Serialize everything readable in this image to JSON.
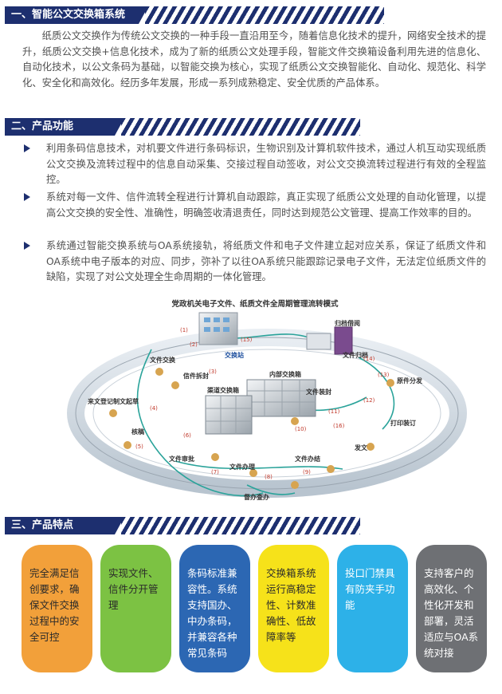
{
  "section1": {
    "title": "一、智能公文交换箱系统",
    "paragraph": "纸质公文交换作为传统公文交换的一种手段一直沿用至今，随着信息化技术的提升，网络安全技术的提升，纸质公文交换+信息化技术，成为了新的纸质公文处理手段，智能文件交换箱设备利用先进的信息化、自动化技术，以公文条码为基础，以智能交换为核心，实现了纸质公文交换智能化、自动化、规范化、科学化、安全化和高效化。经历多年发展，形成一系列成熟稳定、安全优质的产品体系。"
  },
  "section2": {
    "title": "二、产品功能",
    "bullets": [
      "利用条码信息技术，对机要文件进行条码标识，生物识别及计算机软件技术，通过人机互动实现纸质公文交换及流转过程中的信息自动采集、交接过程自动签收，对公文交换流转过程进行有效的全程监控。",
      "系统对每一文件、信件流转全程进行计算机自动跟踪，真正实现了纸质公文处理的自动化管理，以提高公文交换的安全性、准确性，明确签收清退责任，同时达到规范公文管理、提高工作效率的目的。",
      "系统通过智能交换系统与OA系统接轨，将纸质文件和电子文件建立起对应关系，保证了纸质文件和OA系统中电子版本的对应、同步，弥补了以往OA系统只能跟踪记录电子文件，无法定位纸质文件的缺陷，实现了对公文处理全生命周期的一体化管理。"
    ]
  },
  "diagram": {
    "title": "党政机关电子文件、纸质文件全周期管理流转模式",
    "labels": {
      "exchange_station": "交换站",
      "archive": "归档借阅",
      "file_archive": "文件归档",
      "file_exchange": "文件交换",
      "letter_open": "信件拆封",
      "internal_box": "内部交换箱",
      "channel_box": "渠道交换箱",
      "original_dist": "原件分发",
      "registration": "来文登记制文起草",
      "file_pack": "文件装封",
      "print_bind": "打印装订",
      "check_draft": "核稿",
      "issue": "发文",
      "approve": "文件审批",
      "handle": "文件办理",
      "file_process": "文件办结",
      "supervise": "督办查办"
    },
    "numbers": [
      "(1)",
      "(2)",
      "(3)",
      "(4)",
      "(5)",
      "(6)",
      "(7)",
      "(8)",
      "(9)",
      "(10)",
      "(11)",
      "(12)",
      "(13)",
      "(14)",
      "(15)",
      "(16)"
    ]
  },
  "section3": {
    "title": "三、产品特点",
    "cards": [
      {
        "text": "完全满足信创要求，确保文件交换过程中的安全可控",
        "color": "#f2a03a",
        "fg": "#2a2a2a"
      },
      {
        "text": "实现文件、信件分开管理",
        "color": "#7cc243",
        "fg": "#2a2a2a"
      },
      {
        "text": "条码标准兼容性。系统支持国办、中办条码，并兼容各种常见条码",
        "color": "#2c67b3",
        "fg": "#ffffff"
      },
      {
        "text": "交换箱系统运行高稳定性、计数准确性、低故障率等",
        "color": "#f6e21a",
        "fg": "#2a2a2a"
      },
      {
        "text": "投口门禁具有防夹手功能",
        "color": "#2db1e8",
        "fg": "#ffffff"
      },
      {
        "text": "支持客户的高效化、个性化开发和部署，灵活适应与OA系统对接",
        "color": "#6e7074",
        "fg": "#ffffff"
      }
    ]
  }
}
